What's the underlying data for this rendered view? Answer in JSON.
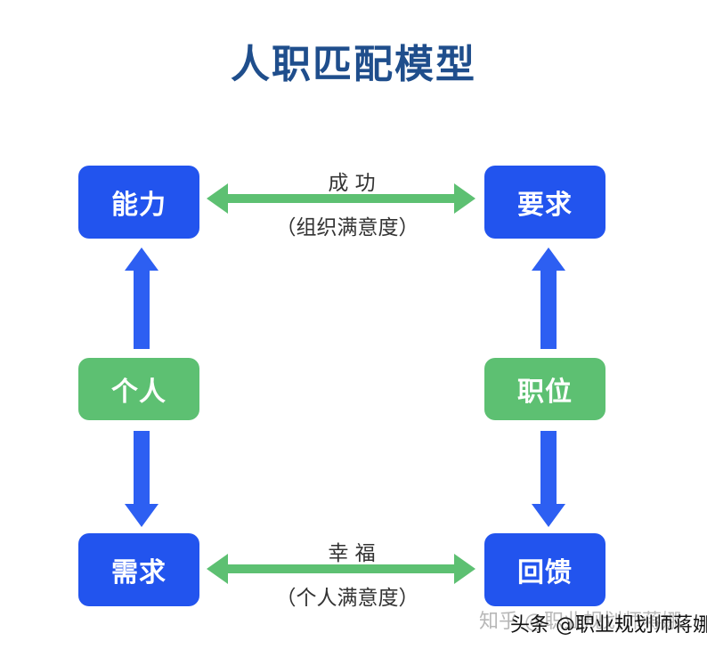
{
  "title": "人职匹配模型",
  "nodes": {
    "ability": "能力",
    "requirement": "要求",
    "individual": "个人",
    "position": "职位",
    "needs": "需求",
    "feedback": "回馈"
  },
  "edges": {
    "top": {
      "label": "成 功",
      "sublabel": "（组织满意度）"
    },
    "bottom": {
      "label": "幸 福",
      "sublabel": "（个人满意度）"
    }
  },
  "watermark": {
    "ghost": "知乎 @职业规划师蒋娜",
    "main": "头条 @职业规划师蒋娜"
  },
  "colors": {
    "title": "#1f4e8c",
    "blue_box": "#2254ee",
    "green_box": "#5dc072",
    "blue_arrow": "#2d5ff2",
    "green_arrow": "#5dc072"
  }
}
